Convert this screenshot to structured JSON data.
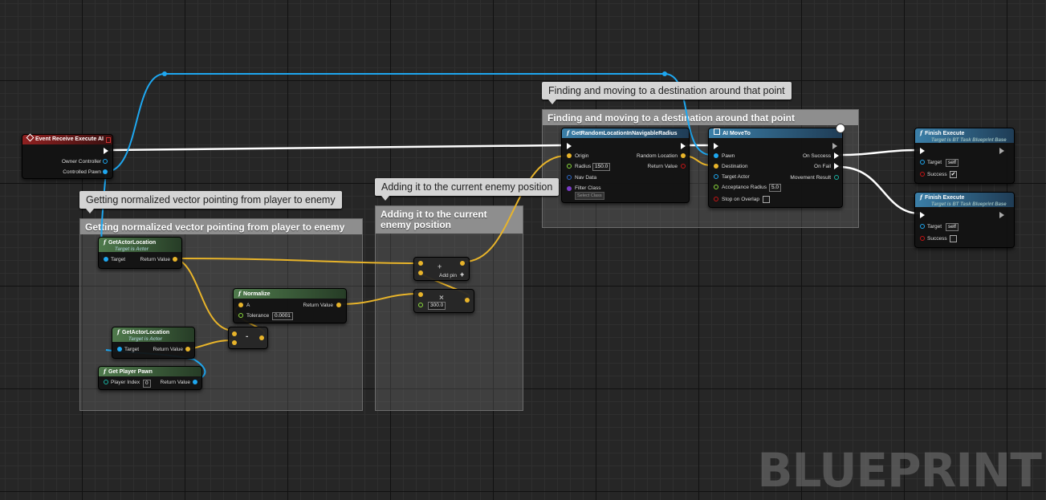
{
  "comments": {
    "normalize": "Getting normalized vector pointing from player to enemy",
    "adding": "Adding it to the current enemy position",
    "adding_bubble": "Adding it to the current enemy position",
    "finding": "Finding and moving to a destination around that point"
  },
  "event_node": {
    "title": "Event Receive Execute AI",
    "owner_controller": "Owner Controller",
    "controlled_pawn": "Controlled Pawn"
  },
  "get_actor_location_1": {
    "title": "GetActorLocation",
    "subtitle": "Target is Actor",
    "target": "Target",
    "return_value": "Return Value"
  },
  "get_actor_location_2": {
    "title": "GetActorLocation",
    "subtitle": "Target is Actor",
    "target": "Target",
    "return_value": "Return Value"
  },
  "get_player_pawn": {
    "title": "Get Player Pawn",
    "player_index": "Player Index",
    "player_index_value": "0",
    "return_value": "Return Value"
  },
  "normalize": {
    "title": "Normalize",
    "a": "A",
    "return_value": "Return Value",
    "tolerance": "Tolerance",
    "tolerance_value": "0.0001"
  },
  "subtract": {
    "symbol": "-"
  },
  "add": {
    "symbol": "+",
    "add_pin": "Add pin",
    "add_pin_icon": "+"
  },
  "multiply": {
    "symbol": "×",
    "value": "300.0"
  },
  "random_location": {
    "title": "GetRandomLocationInNavigableRadius",
    "origin": "Origin",
    "random_location": "Random Location",
    "radius": "Radius",
    "radius_value": "150.0",
    "return_value": "Return Value",
    "nav_data": "Nav Data",
    "filter_class": "Filter Class",
    "filter_select": "Select Class"
  },
  "ai_move_to": {
    "title": "AI MoveTo",
    "pawn": "Pawn",
    "on_success": "On Success",
    "destination": "Destination",
    "on_fail": "On Fail",
    "target_actor": "Target Actor",
    "movement_result": "Movement Result",
    "acceptance_radius": "Acceptance Radius",
    "acceptance_value": "5.0",
    "stop_on_overlap": "Stop on Overlap"
  },
  "finish_execute_1": {
    "title": "Finish Execute",
    "subtitle": "Target is BT Task Blueprint Base",
    "target": "Target",
    "target_value": "self",
    "success": "Success",
    "success_checked": "✔"
  },
  "finish_execute_2": {
    "title": "Finish Execute",
    "subtitle": "Target is BT Task Blueprint Base",
    "target": "Target",
    "target_value": "self",
    "success": "Success"
  },
  "watermark": "BLUEPRINT",
  "colors": {
    "exec": "#ffffff",
    "vector": "#e8b42a",
    "object": "#1ea7f0",
    "float": "#8cdc3c"
  }
}
